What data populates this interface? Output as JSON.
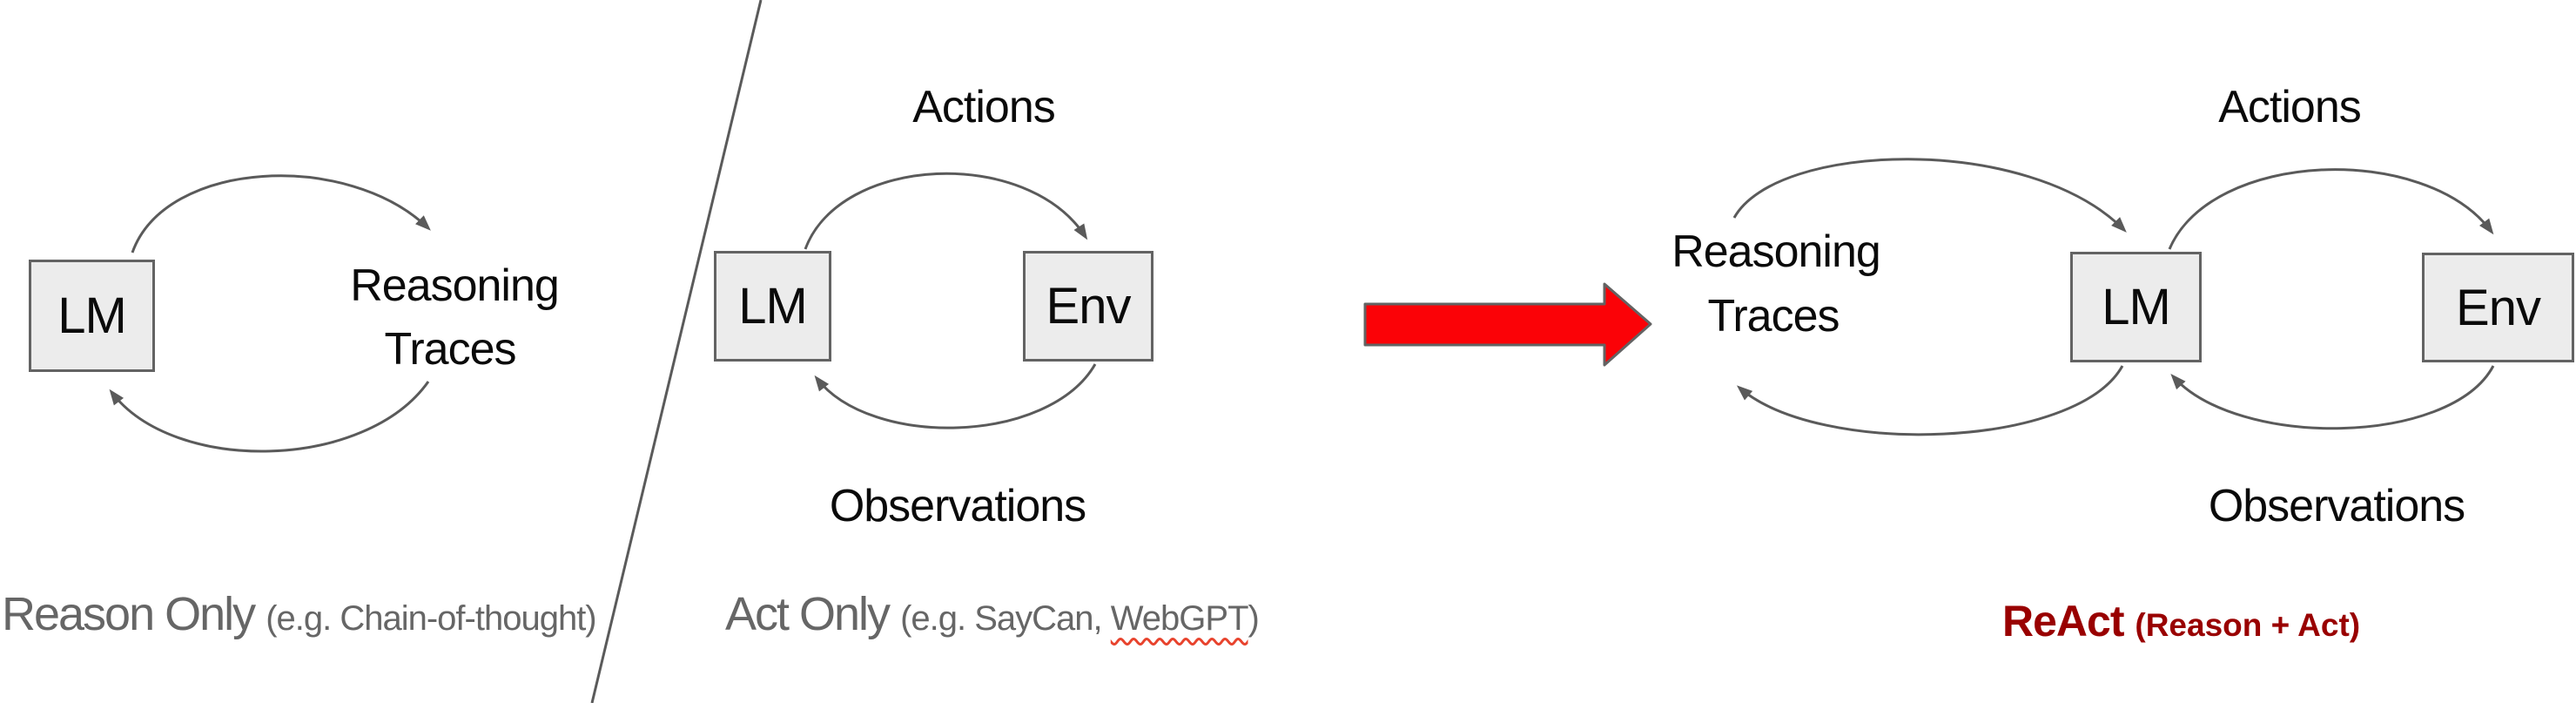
{
  "colors": {
    "accent_red": "#fb0207",
    "react_maroon": "#990000",
    "caption_gray": "#666666",
    "line_gray": "#5a5a5a",
    "box_fill": "#ececec",
    "box_border": "#636363",
    "squiggle_red": "#e8442e",
    "text_black": "#0a0a0a"
  },
  "left_panel": {
    "box_lm": "LM",
    "loop_label_line1": "Reasoning",
    "loop_label_line2": "Traces",
    "caption_title": "Reason Only",
    "caption_note": "(e.g. Chain-of-thought)"
  },
  "middle_panel": {
    "box_lm": "LM",
    "box_env": "Env",
    "label_top": "Actions",
    "label_bottom": "Observations",
    "caption_title": "Act Only",
    "caption_note_prefix": "(e.g. SayCan, ",
    "caption_note_misspelled": "WebGPT",
    "caption_note_suffix": ")"
  },
  "right_panel": {
    "box_lm": "LM",
    "box_env": "Env",
    "loop_label_line1": "Reasoning",
    "loop_label_line2": "Traces",
    "label_top": "Actions",
    "label_bottom": "Observations",
    "caption_title": "ReAct",
    "caption_note": "(Reason + Act)"
  }
}
